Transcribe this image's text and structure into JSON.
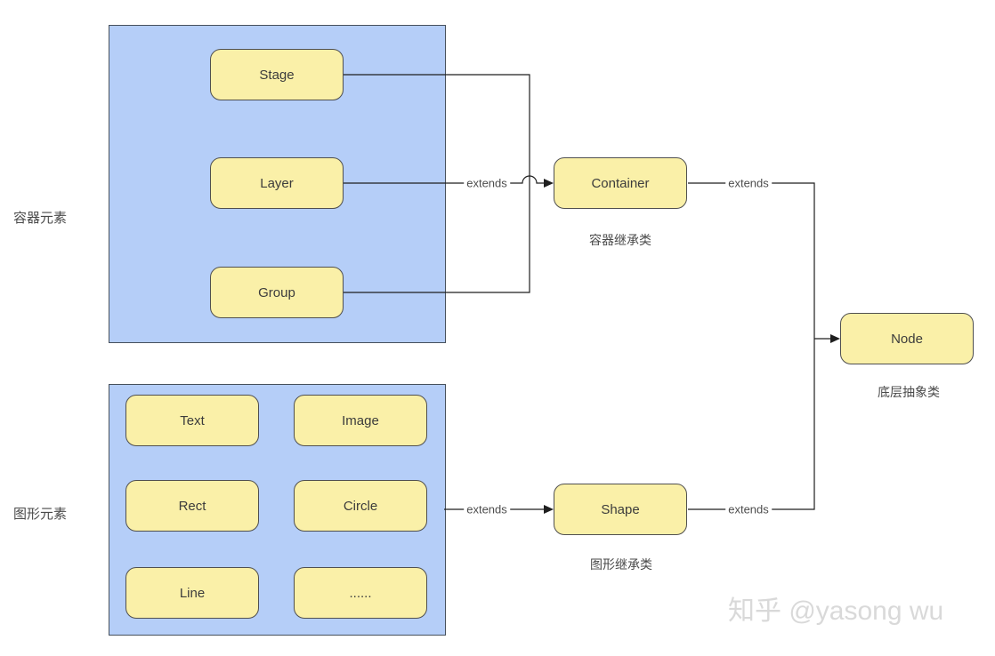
{
  "diagram": {
    "groups": {
      "containers": {
        "label": "容器元素"
      },
      "shapes": {
        "label": "图形元素"
      }
    },
    "nodes": {
      "stage": {
        "label": "Stage"
      },
      "layer": {
        "label": "Layer"
      },
      "group": {
        "label": "Group"
      },
      "container": {
        "label": "Container"
      },
      "shape": {
        "label": "Shape"
      },
      "node": {
        "label": "Node"
      },
      "text": {
        "label": "Text"
      },
      "image": {
        "label": "Image"
      },
      "rect": {
        "label": "Rect"
      },
      "circle": {
        "label": "Circle"
      },
      "line": {
        "label": "Line"
      },
      "more": {
        "label": "......"
      }
    },
    "captions": {
      "container": "容器继承类",
      "shape": "图形继承类",
      "node": "底层抽象类"
    },
    "edge_label": "extends",
    "colors": {
      "group_fill": "#B5CEF8",
      "group_border": "#46505C",
      "node_fill": "#FAF0A8",
      "node_border": "#4F4F4F",
      "connector": "#1F1F1F",
      "text": "#3C3C3C",
      "watermark": "#D9D9D9"
    }
  },
  "watermark": {
    "text": "知乎 @yasong wu"
  }
}
